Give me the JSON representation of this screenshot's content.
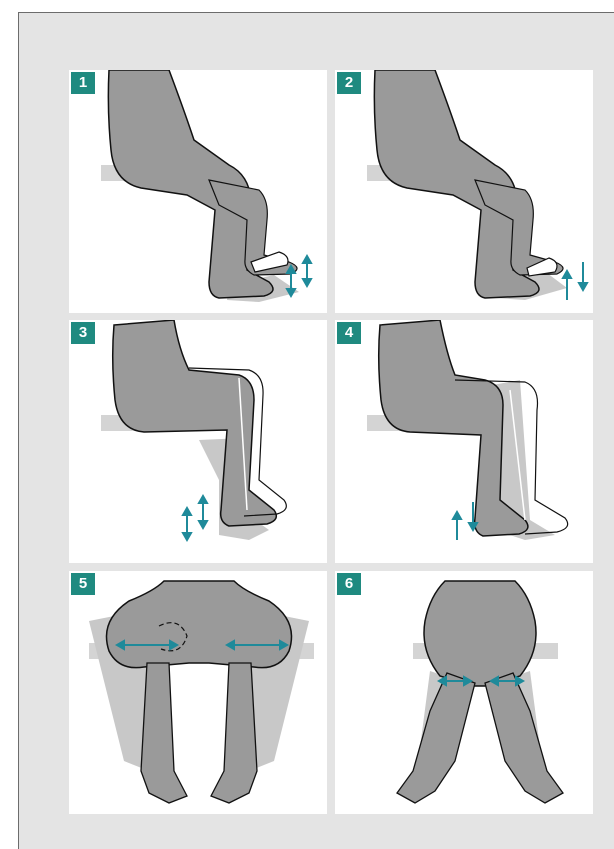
{
  "steps": [
    {
      "number": "1",
      "pose": "seated-side-toes-up-down"
    },
    {
      "number": "2",
      "pose": "seated-side-heel-raise"
    },
    {
      "number": "3",
      "pose": "seated-side-knee-lift"
    },
    {
      "number": "4",
      "pose": "seated-side-leg-extension"
    },
    {
      "number": "5",
      "pose": "seated-front-knees-apart"
    },
    {
      "number": "6",
      "pose": "seated-front-knees-together"
    }
  ],
  "colors": {
    "frame_bg": "#e4e4e4",
    "panel_bg": "#ffffff",
    "badge": "#1f8a80",
    "figure": "#9a9a9a",
    "ghost": "#c8c8c8",
    "outline": "#111111",
    "arrow": "#1f8a9a",
    "seat": "#d4d4d4"
  }
}
